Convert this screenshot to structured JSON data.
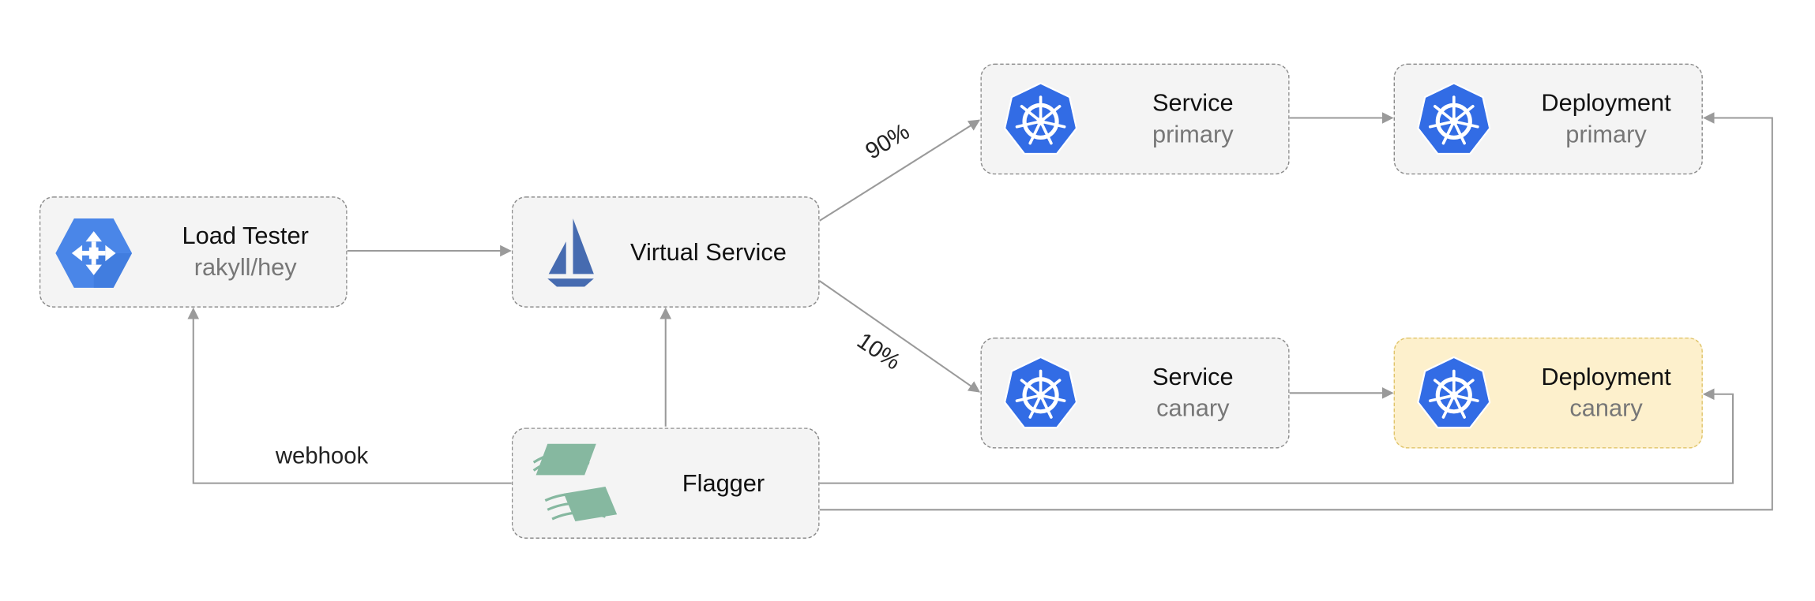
{
  "nodes": {
    "load_tester": {
      "title": "Load Tester",
      "subtitle": "rakyll/hey"
    },
    "virtual_service": {
      "title": "Virtual Service"
    },
    "service_primary": {
      "title": "Service",
      "subtitle": "primary"
    },
    "deployment_primary": {
      "title": "Deployment",
      "subtitle": "primary"
    },
    "service_canary": {
      "title": "Service",
      "subtitle": "canary"
    },
    "deployment_canary": {
      "title": "Deployment",
      "subtitle": "canary"
    },
    "flagger": {
      "title": "Flagger"
    }
  },
  "edge_labels": {
    "primary_weight": "90%",
    "canary_weight": "10%",
    "webhook": "webhook"
  },
  "icons": {
    "load_tester": "gcp-load-balancer-icon",
    "virtual_service": "istio-sail-icon",
    "kubernetes": "kubernetes-wheel-icon",
    "flagger": "flagger-logo-icon"
  },
  "colors": {
    "node_fill": "#f4f4f4",
    "highlight_fill": "#fdf0cc",
    "arrow": "#9a9a9a",
    "k8s_blue": "#326ce5",
    "gcp_blue": "#4a86e8",
    "istio_blue": "#466bb0",
    "flagger_green": "#86b8a0"
  }
}
